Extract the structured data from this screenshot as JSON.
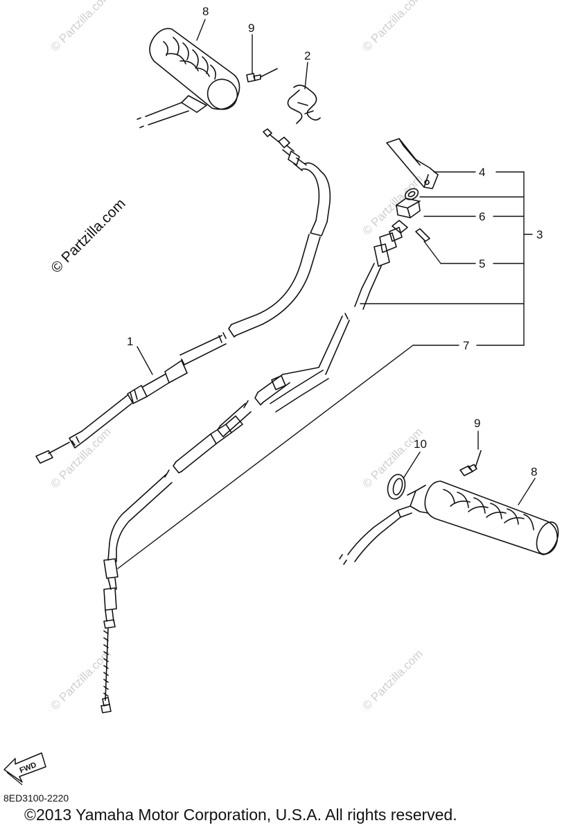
{
  "watermark": {
    "main": "© Partzilla.com",
    "repeated": "© Partzilla.com"
  },
  "callouts": {
    "c1": "1",
    "c2": "2",
    "c3": "3",
    "c4": "4",
    "c5": "5",
    "c6": "6",
    "c7": "7",
    "c8_top": "8",
    "c8_bottom": "8",
    "c9_top": "9",
    "c9_bottom": "9",
    "c10": "10"
  },
  "fwd_label": "FWD",
  "part_code": "8ED3100-2220",
  "copyright": "©2013 Yamaha Motor Corporation, U.S.A. All rights reserved.",
  "colors": {
    "line": "#111111",
    "watermark": "#cfcfcf",
    "background": "#ffffff"
  }
}
